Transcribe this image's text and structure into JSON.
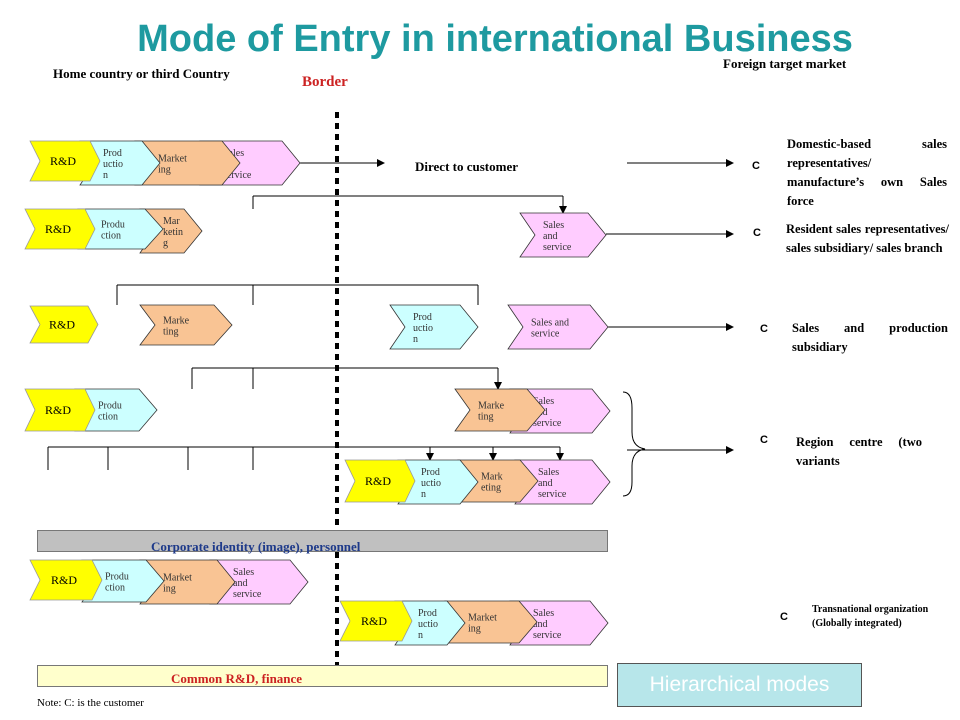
{
  "title": "Mode of Entry in international Business",
  "headers": {
    "home": "Home country or third Country",
    "border": "Border",
    "foreign": "Foreign target market"
  },
  "labels": {
    "rd": "R&D",
    "direct": "Direct to customer",
    "customer": "C"
  },
  "modes": [
    {
      "text": "Domestic-based sales representatives/ manufacture’s own Sales force"
    },
    {
      "text": "Resident sales representatives/ sales subsidiary/ sales branch"
    },
    {
      "text": "Sales and production subsidiary"
    },
    {
      "text": "Region centre (two variants"
    },
    {
      "text": "Transnational organization (Globally integrated)"
    }
  ],
  "bars": {
    "identity": "Corporate identity (image), personnel",
    "finance": "Common R&D, finance"
  },
  "hierarchical": "Hierarchical modes",
  "note": "Note: C: is the customer",
  "colors": {
    "title": "#1e9aa0",
    "rd": "#ffff00",
    "production": "#ccffff",
    "marketing": "#f9c494",
    "sales": "#ffccff",
    "border_label": "#cc2222"
  }
}
